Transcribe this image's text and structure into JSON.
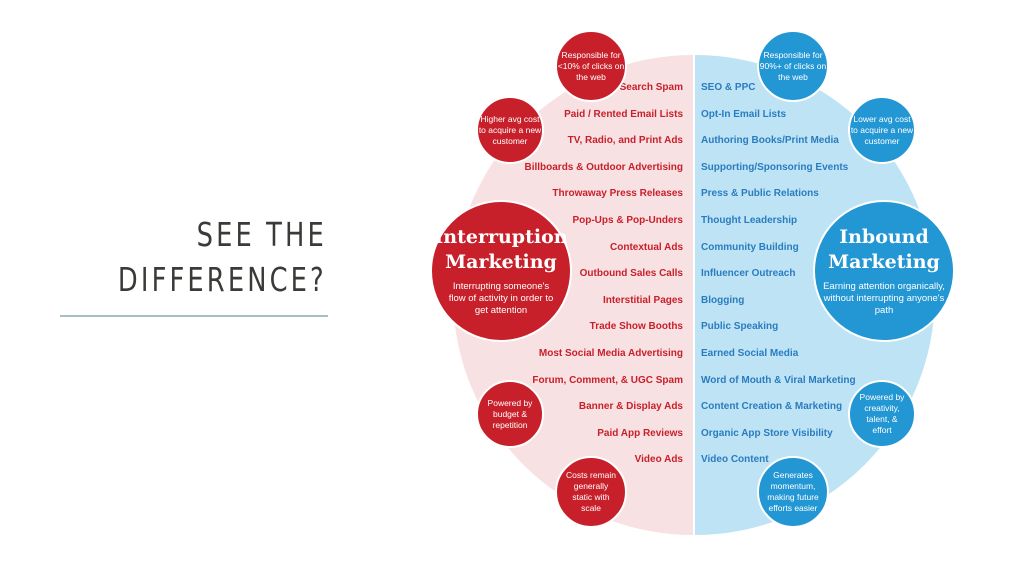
{
  "slide": {
    "title_line1": "SEE THE",
    "title_line2": "DIFFERENCE?"
  },
  "colors": {
    "red": "#c8202a",
    "blue": "#2396d4",
    "pink_bg": "#f8e1e3",
    "blue_bg": "#bde3f4"
  },
  "interruption": {
    "title1": "Interruption",
    "title2": "Marketing",
    "description": "Interrupting someone's flow of activity in order to get attention",
    "notes": [
      "Responsible for <10% of clicks on the web",
      "Higher avg cost to acquire a new customer",
      "Powered by budget & repetition",
      "Costs remain generally static with scale"
    ],
    "items": [
      "Search Spam",
      "Paid / Rented Email Lists",
      "TV, Radio, and Print Ads",
      "Billboards & Outdoor Advertising",
      "Throwaway Press Releases",
      "Pop-Ups & Pop-Unders",
      "Contextual Ads",
      "Outbound Sales Calls",
      "Interstitial Pages",
      "Trade Show Booths",
      "Most Social Media Advertising",
      "Forum, Comment, & UGC Spam",
      "Banner & Display Ads",
      "Paid App Reviews",
      "Video Ads"
    ]
  },
  "inbound": {
    "title1": "Inbound",
    "title2": "Marketing",
    "description": "Earning attention organically, without interrupting anyone's path",
    "notes": [
      "Responsible for 90%+ of clicks on the web",
      "Lower avg cost to acquire a new customer",
      "Powered by creativity, talent, & effort",
      "Generates momentum, making future efforts easier"
    ],
    "items": [
      "SEO & PPC",
      "Opt-In Email Lists",
      "Authoring Books/Print Media",
      "Supporting/Sponsoring Events",
      "Press & Public Relations",
      "Thought Leadership",
      "Community Building",
      "Influencer Outreach",
      "Blogging",
      "Public Speaking",
      "Earned Social Media",
      "Word of Mouth & Viral Marketing",
      "Content  Creation & Marketing",
      "Organic App Store Visibility",
      "Video Content"
    ]
  }
}
